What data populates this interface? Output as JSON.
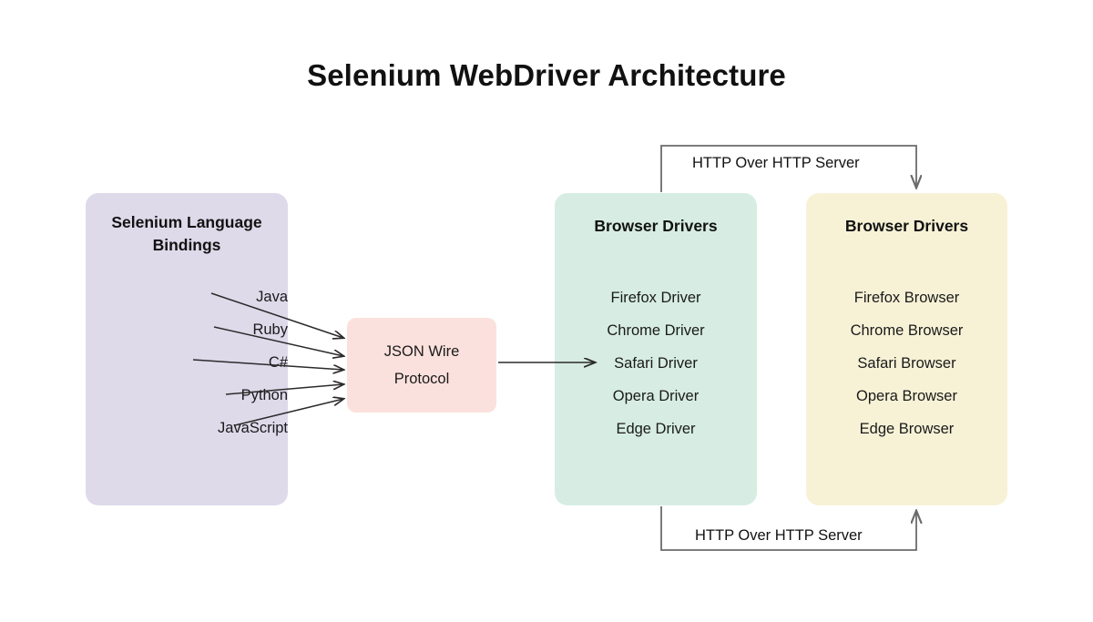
{
  "page": {
    "title": "Selenium WebDriver Architecture",
    "background": "#ffffff"
  },
  "colors": {
    "bindings_panel": "#dedaea",
    "protocol_box": "#fbe1dd",
    "drivers_panel": "#d7ede3",
    "browsers_panel": "#f7f2d6",
    "edge_stroke": "#2b2b2b",
    "connector_stroke": "#6b6b6b",
    "text": "#1a1a1a"
  },
  "bindings": {
    "title": "Selenium Language Bindings",
    "items": [
      {
        "label": "Java"
      },
      {
        "label": "Ruby"
      },
      {
        "label": "C#"
      },
      {
        "label": "Python"
      },
      {
        "label": "JavaScript"
      }
    ]
  },
  "protocol": {
    "line1": "JSON Wire",
    "line2": "Protocol"
  },
  "drivers": {
    "title": "Browser Drivers",
    "items": [
      {
        "label": "Firefox Driver"
      },
      {
        "label": "Chrome Driver"
      },
      {
        "label": "Safari Driver"
      },
      {
        "label": "Opera Driver"
      },
      {
        "label": "Edge Driver"
      }
    ]
  },
  "browsers": {
    "title": "Browser Drivers",
    "items": [
      {
        "label": "Firefox Browser"
      },
      {
        "label": "Chrome Browser"
      },
      {
        "label": "Safari Browser"
      },
      {
        "label": "Opera Browser"
      },
      {
        "label": "Edge Browser"
      }
    ]
  },
  "connectors": {
    "top_label": "HTTP Over HTTP Server",
    "bottom_label": "HTTP Over HTTP Server"
  }
}
